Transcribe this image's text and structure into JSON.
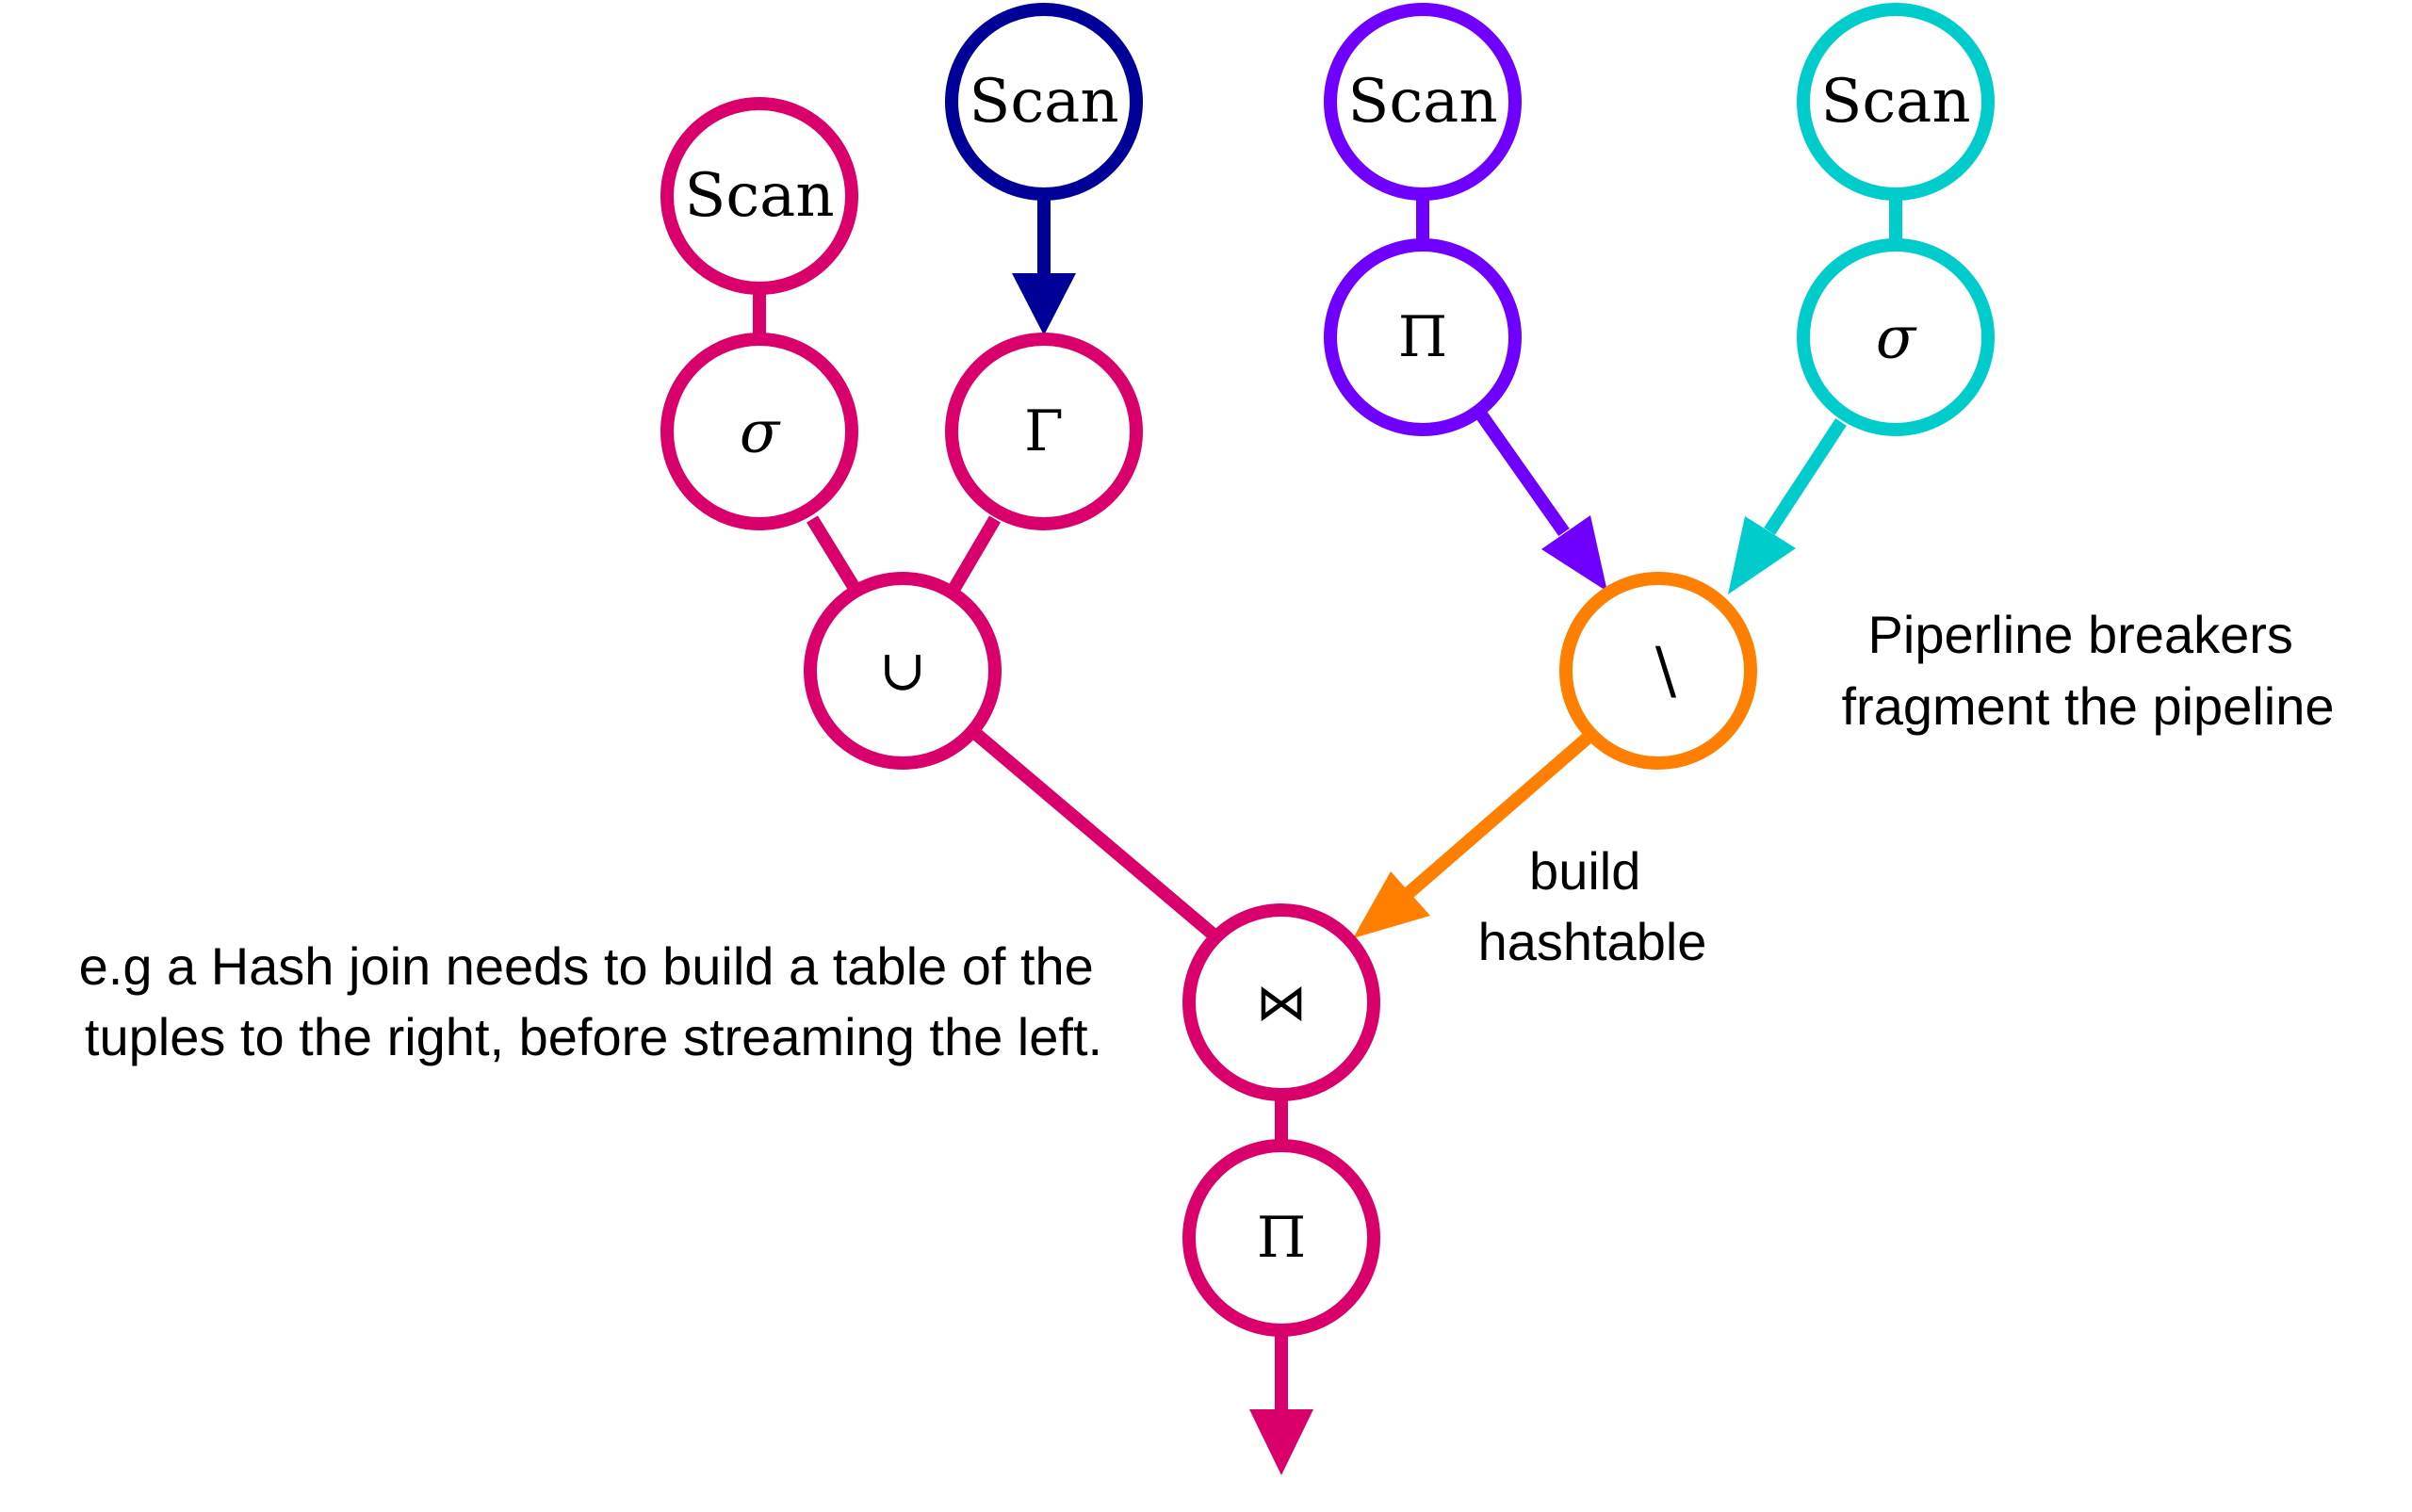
{
  "colors": {
    "magenta": "#d9006c",
    "navy": "#000099",
    "violet": "#6f00ff",
    "cyan": "#00cccc",
    "orange": "#ff8000",
    "text": "#000000",
    "fill": "#ffffff"
  },
  "nodes": {
    "scan_a": {
      "label": "Scan",
      "color": "magenta"
    },
    "scan_b": {
      "label": "Scan",
      "color": "navy"
    },
    "scan_c": {
      "label": "Scan",
      "color": "violet"
    },
    "scan_d": {
      "label": "Scan",
      "color": "cyan"
    },
    "select_a": {
      "label": "σ",
      "color": "magenta"
    },
    "group_by": {
      "label": "Γ",
      "color": "magenta"
    },
    "project_c": {
      "label": "Π",
      "color": "violet"
    },
    "select_d": {
      "label": "σ",
      "color": "cyan"
    },
    "union": {
      "label": "∪",
      "color": "magenta"
    },
    "difference": {
      "label": "\\",
      "color": "orange"
    },
    "join": {
      "label": "⋈",
      "color": "magenta"
    },
    "project_out": {
      "label": "Π",
      "color": "magenta"
    }
  },
  "annotations": {
    "pipeline_breakers": [
      "Piperline breakers",
      "fragment the pipeline"
    ],
    "build_hashtable": [
      "build",
      "hashtable"
    ],
    "hash_join_note": [
      "e.g a Hash join needs to build a table of the",
      "tuples to the right, before streaming the left."
    ]
  }
}
